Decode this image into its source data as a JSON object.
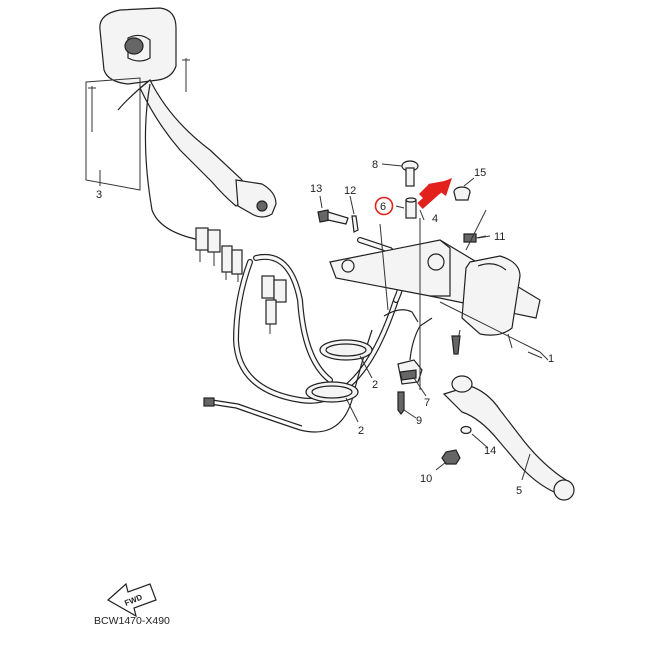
{
  "diagram": {
    "code": "BCW1470-X490",
    "fwd_label": "FWD",
    "highlight_color": "#e3211c",
    "callouts": [
      {
        "id": "c1",
        "text": "1"
      },
      {
        "id": "c2a",
        "text": "2"
      },
      {
        "id": "c2b",
        "text": "2"
      },
      {
        "id": "c3",
        "text": "3"
      },
      {
        "id": "c4",
        "text": "4"
      },
      {
        "id": "c5",
        "text": "5"
      },
      {
        "id": "c6",
        "text": "6"
      },
      {
        "id": "c7",
        "text": "7"
      },
      {
        "id": "c8",
        "text": "8"
      },
      {
        "id": "c9",
        "text": "9"
      },
      {
        "id": "c10",
        "text": "10"
      },
      {
        "id": "c11",
        "text": "11"
      },
      {
        "id": "c12",
        "text": "12"
      },
      {
        "id": "c13",
        "text": "13"
      },
      {
        "id": "c14",
        "text": "14"
      },
      {
        "id": "c15",
        "text": "15"
      }
    ]
  }
}
